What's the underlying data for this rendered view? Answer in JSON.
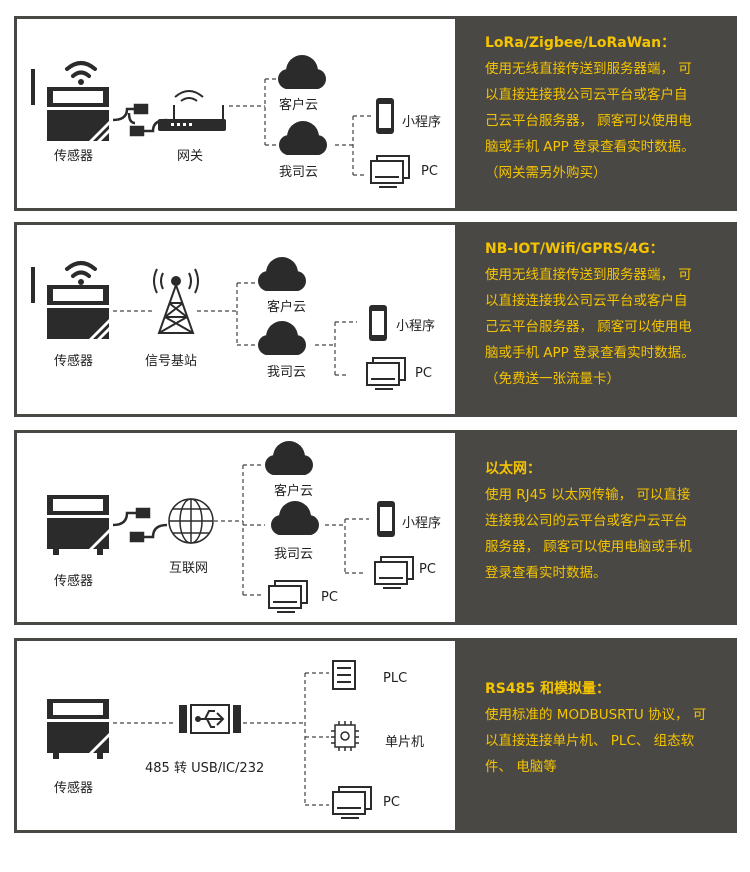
{
  "panels": [
    {
      "title": "LoRa/Zigbee/LoRaWan：",
      "lines": [
        "使用无线直接传送到服务器端， 可",
        "以直接连接我公司云平台或客户自",
        "己云平台服务器， 顾客可以使用电",
        "脑或手机 APP 登录查看实时数据。",
        "（网关需另外购买）"
      ],
      "labels": {
        "sensor": "传感器",
        "gateway": "网关",
        "customer_cloud": "客户云",
        "our_cloud": "我司云",
        "mini_program": "小程序",
        "pc": "PC"
      }
    },
    {
      "title": "NB-IOT/Wifi/GPRS/4G：",
      "lines": [
        "使用无线直接传送到服务器端， 可",
        "以直接连接我公司云平台或客户自",
        "己云平台服务器， 顾客可以使用电",
        "脑或手机 APP 登录查看实时数据。",
        "（免费送一张流量卡）"
      ],
      "labels": {
        "sensor": "传感器",
        "base_station": "信号基站",
        "customer_cloud": "客户云",
        "our_cloud": "我司云",
        "mini_program": "小程序",
        "pc": "PC"
      }
    },
    {
      "title": "以太网：",
      "lines": [
        "使用 RJ45 以太网传输， 可以直接",
        "连接我公司的云平台或客户云平台",
        "服务器， 顾客可以使用电脑或手机",
        "登录查看实时数据。"
      ],
      "labels": {
        "sensor": "传感器",
        "internet": "互联网",
        "customer_cloud": "客户云",
        "our_cloud": "我司云",
        "mini_program": "小程序",
        "pc": "PC",
        "pc2": "PC"
      }
    },
    {
      "title": "RS485 和模拟量：",
      "lines": [
        "使用标准的 MODBUSRTU 协议， 可",
        "以直接连接单片机、 PLC、 组态软",
        "件、 电脑等"
      ],
      "labels": {
        "sensor": "传感器",
        "converter": "485 转 USB/IC/232",
        "plc": "PLC",
        "mcu": "单片机",
        "pc": "PC"
      }
    }
  ],
  "colors": {
    "panel_bg": "#4a4844",
    "accent": "#f5c400",
    "icon": "#2b2b2b"
  }
}
